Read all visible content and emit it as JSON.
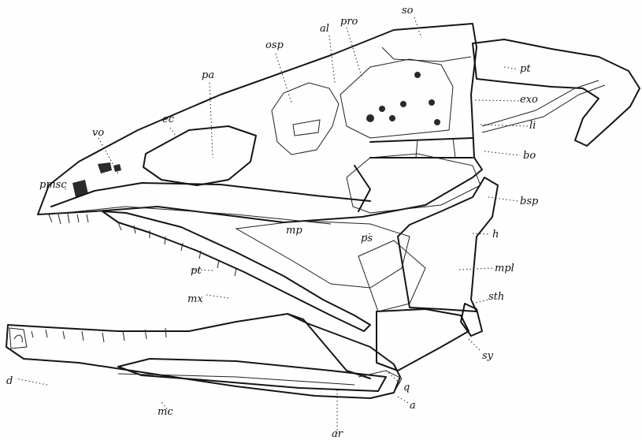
{
  "figure": {
    "labels": {
      "so": "so",
      "pro": "pro",
      "al": "al",
      "osp": "osp",
      "pa": "pa",
      "ec": "ec",
      "vo": "vo",
      "pmsc": "pmsc",
      "pt_top": "pt",
      "exo": "exo",
      "li": "li",
      "bo": "bo",
      "bsp": "bsp",
      "h": "h",
      "mp": "mp",
      "ps": "ps",
      "mpl": "mpl",
      "pt_low": "pt",
      "mx": "mx",
      "sth": "sth",
      "sy": "sy",
      "q": "q",
      "d": "d",
      "mc": "mc",
      "a": "a",
      "ar": "ar"
    }
  }
}
